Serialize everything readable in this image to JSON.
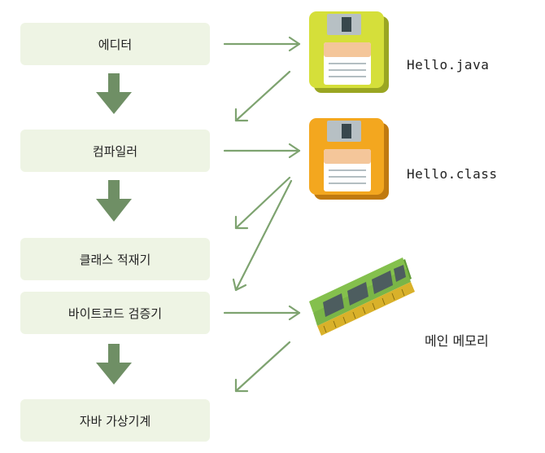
{
  "steps": [
    {
      "label": "에디터"
    },
    {
      "label": "컴파일러"
    },
    {
      "label": "클래스 적재기"
    },
    {
      "label": "바이트코드 검증기"
    },
    {
      "label": "자바 가상기계"
    }
  ],
  "files": {
    "java": "Hello.java",
    "class": "Hello.class"
  },
  "memory_label": "메인 메모리",
  "colors": {
    "step_bg": "#eef4e4",
    "arrow_green": "#6f8f65",
    "connector_green": "#7ea370",
    "java_disk": "#d5df3a",
    "class_disk": "#f3a71f",
    "ram_board": "#84c04d",
    "ram_chip": "#4d5d5f",
    "ram_contacts": "#d9b12a"
  },
  "icons": [
    "floppy-disk-icon",
    "floppy-disk-icon",
    "memory-module-icon"
  ]
}
